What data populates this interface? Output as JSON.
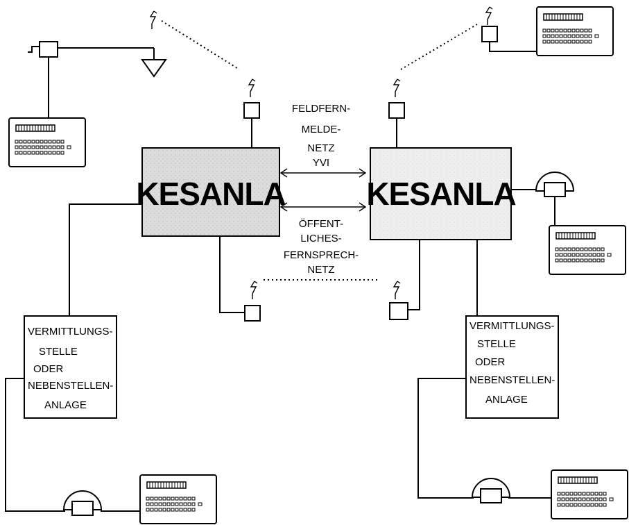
{
  "nodes": {
    "left_kesanla": "KESANLA",
    "right_kesanla": "KESANLA",
    "left_exchange": [
      "VERMITTLUNGS-",
      "STELLE",
      "ODER",
      "NEBENSTELLEN-",
      "ANLAGE"
    ],
    "right_exchange": [
      "VERMITTLUNGS-",
      "STELLE",
      "ODER",
      "NEBENSTELLEN-",
      "ANLAGE"
    ]
  },
  "networks": {
    "field": [
      "FELDFERN-",
      "MELDE-",
      "NETZ",
      "YVI"
    ],
    "public": [
      "ÖFFENT-",
      "LICHES-",
      "FERNSPRECH-",
      "NETZ"
    ]
  },
  "colors": {
    "kesanla_fill": "#d9d9d9",
    "line": "#000000"
  }
}
